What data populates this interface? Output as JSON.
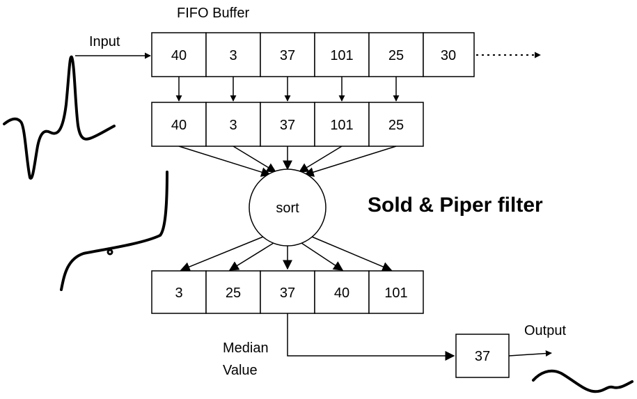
{
  "fifo_label": "FIFO Buffer",
  "input_label": "Input",
  "fifo_values": [
    "40",
    "3",
    "37",
    "101",
    "25",
    "30"
  ],
  "window_values": [
    "40",
    "3",
    "37",
    "101",
    "25"
  ],
  "sort_label": "sort",
  "sorted_values": [
    "3",
    "25",
    "37",
    "40",
    "101"
  ],
  "median_label_line1": "Median",
  "median_label_line2": "Value",
  "output_label": "Output",
  "output_value": "37",
  "title": "Sold & Piper filter"
}
